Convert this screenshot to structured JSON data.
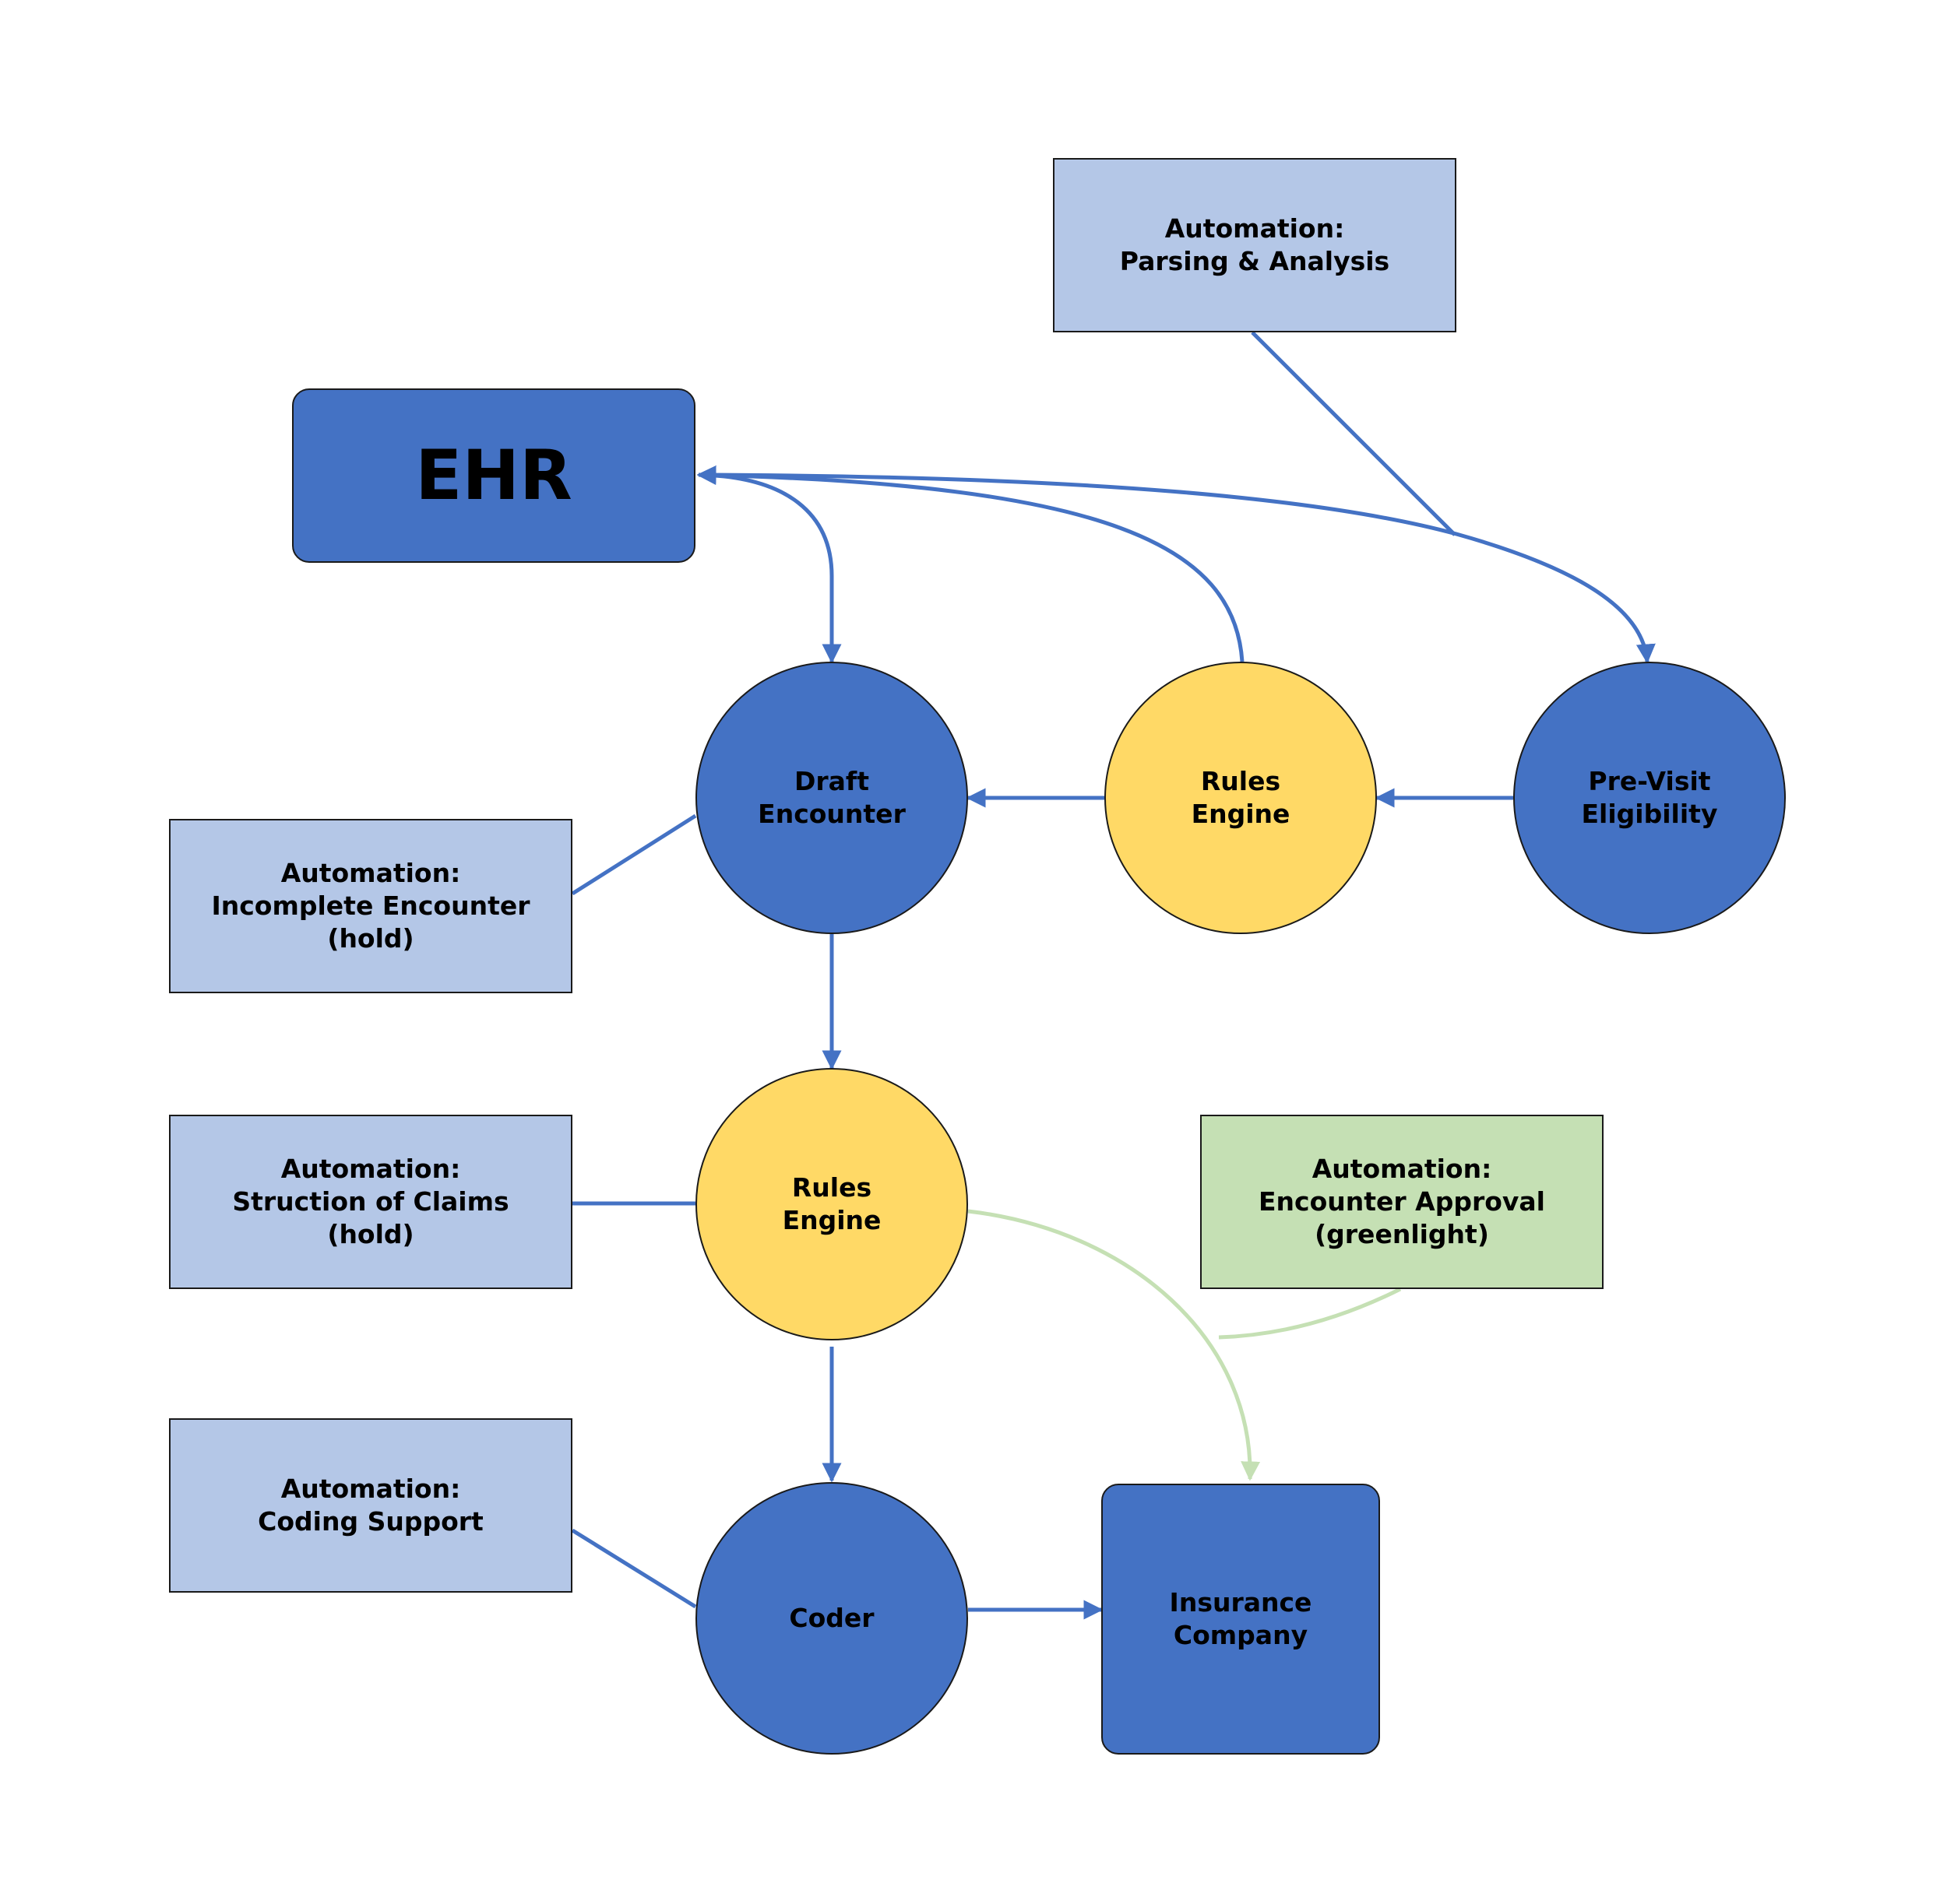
{
  "colors": {
    "primary_blue": "#4472c4",
    "light_blue": "#b4c7e7",
    "yellow": "#ffd966",
    "light_green": "#c5e0b4",
    "green_line": "#c5e0b4",
    "border": "#1a1a1a"
  },
  "nodes": {
    "ehr": {
      "label": "EHR"
    },
    "parsing": {
      "line1": "Automation:",
      "line2": "Parsing & Analysis"
    },
    "draft_encounter": {
      "line1": "Draft",
      "line2": "Encounter"
    },
    "rules_engine_top": {
      "line1": "Rules",
      "line2": "Engine"
    },
    "pre_visit": {
      "line1": "Pre-Visit",
      "line2": "Eligibility"
    },
    "incomplete_encounter": {
      "line1": "Automation:",
      "line2": "Incomplete Encounter",
      "line3": "(hold)"
    },
    "rules_engine_mid": {
      "line1": "Rules",
      "line2": "Engine"
    },
    "struction_claims": {
      "line1": "Automation:",
      "line2": "Struction of Claims",
      "line3": "(hold)"
    },
    "encounter_approval": {
      "line1": "Automation:",
      "line2": "Encounter Approval",
      "line3": "(greenlight)"
    },
    "coding_support": {
      "line1": "Automation:",
      "line2": "Coding Support"
    },
    "coder": {
      "label": "Coder"
    },
    "insurance": {
      "line1": "Insurance",
      "line2": "Company"
    }
  }
}
